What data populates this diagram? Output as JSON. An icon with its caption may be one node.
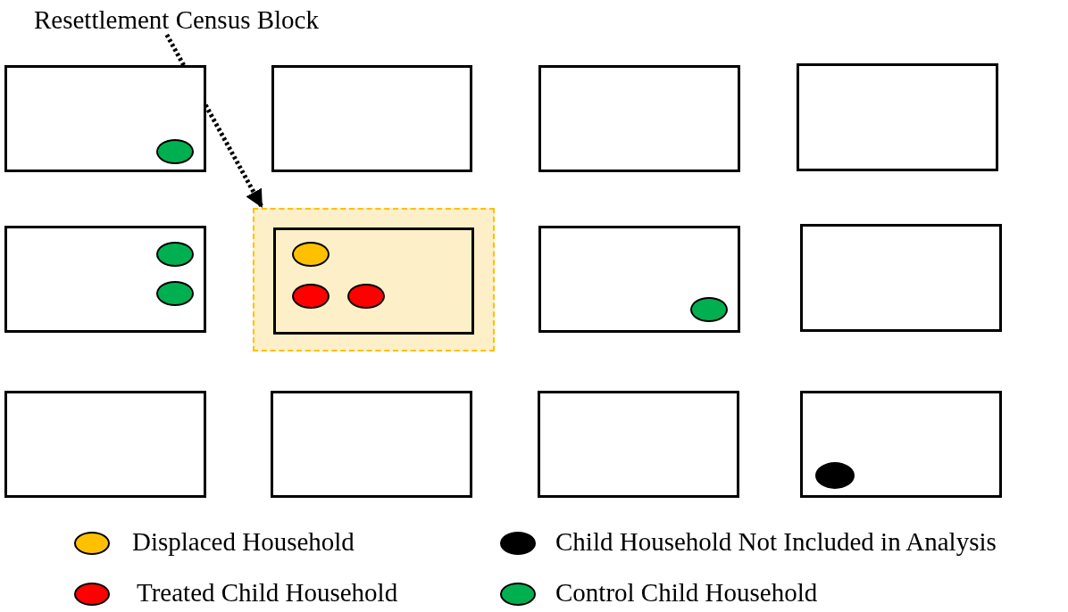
{
  "diagram": {
    "nodes": [
      {
        "text": [
          "Resettlement Census Block"
        ]
      },
      {
        "text": [],
        "shape": "box"
      },
      {
        "text": [],
        "shape": "circle",
        "in": 1
      },
      {
        "text": [],
        "shape": "box"
      },
      {
        "text": [],
        "shape": "box"
      },
      {
        "text": [],
        "shape": "box"
      },
      {
        "text": [],
        "shape": "box"
      },
      {
        "text": [],
        "shape": "circle",
        "in": 6
      },
      {
        "text": [],
        "shape": "circle",
        "in": 6
      },
      {
        "text": [],
        "shape": "box"
      },
      {
        "text": [],
        "shape": "box",
        "in": 9
      },
      {
        "text": [],
        "shape": "circle",
        "in": 10
      },
      {
        "text": [],
        "shape": "circle",
        "in": 10
      },
      {
        "text": [],
        "shape": "circle",
        "in": 10
      },
      {
        "text": [],
        "shape": "box"
      },
      {
        "text": [],
        "shape": "circle",
        "in": 14
      },
      {
        "text": [],
        "shape": "box"
      },
      {
        "text": [],
        "shape": "box"
      },
      {
        "text": [],
        "shape": "box"
      },
      {
        "text": [],
        "shape": "box"
      },
      {
        "text": [],
        "shape": "box"
      },
      {
        "text": [],
        "shape": "circle",
        "in": 20
      }
    ],
    "edges": [
      {
        "from": 0,
        "to": 9,
        "arrow": "to",
        "style": "dashed"
      }
    ],
    "legend": [
      {
        "text": "Displaced Household",
        "color": "#ffc000"
      },
      {
        "text": "Child Household Not Included in Analysis",
        "color": "#000000"
      },
      {
        "text": "Treated Child Household",
        "color": "#ff0000"
      },
      {
        "text": "Control Child Household",
        "color": "#00b050"
      }
    ]
  }
}
